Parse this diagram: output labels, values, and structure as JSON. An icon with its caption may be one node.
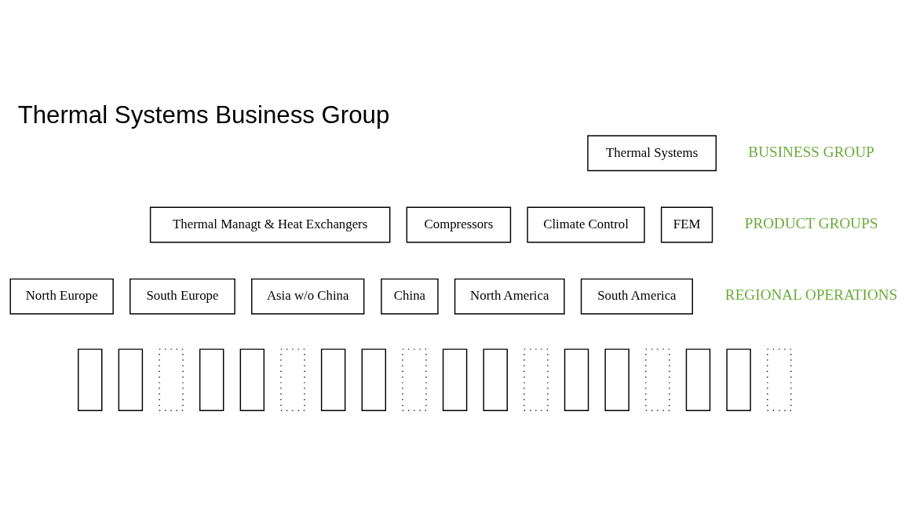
{
  "diagram": {
    "title": "Thermal Systems Business Group",
    "nodes": [
      {
        "text": [
          "Thermal Systems"
        ]
      },
      {
        "text": [
          "Thermal Managt & Heat Exchangers"
        ]
      },
      {
        "text": [
          "Compressors"
        ]
      },
      {
        "text": [
          "Climate Control"
        ]
      },
      {
        "text": [
          "FEM"
        ]
      },
      {
        "text": [
          "North Europe"
        ]
      },
      {
        "text": [
          "South Europe"
        ]
      },
      {
        "text": [
          "Asia w/o China"
        ]
      },
      {
        "text": [
          "China"
        ]
      },
      {
        "text": [
          "North America"
        ]
      },
      {
        "text": [
          "South America"
        ]
      },
      {
        "text": [],
        "shape": "box"
      },
      {
        "text": [],
        "shape": "box"
      },
      {
        "text": [],
        "shape": "box"
      },
      {
        "text": [],
        "shape": "box"
      },
      {
        "text": [],
        "shape": "box"
      },
      {
        "text": [],
        "shape": "box"
      },
      {
        "text": [],
        "shape": "box"
      },
      {
        "text": [],
        "shape": "box"
      },
      {
        "text": [],
        "shape": "box"
      },
      {
        "text": [],
        "shape": "box"
      },
      {
        "text": [],
        "shape": "box"
      },
      {
        "text": [],
        "shape": "box"
      },
      {
        "text": [],
        "shape": "box"
      },
      {
        "text": [],
        "shape": "box"
      },
      {
        "text": [],
        "shape": "box"
      },
      {
        "text": [],
        "shape": "box"
      },
      {
        "text": [],
        "shape": "box"
      },
      {
        "text": [],
        "shape": "box"
      }
    ],
    "edges": [],
    "labels": [
      "BUSINESS GROUP",
      "PRODUCT GROUPS",
      "REGIONAL OPERATIONS"
    ]
  }
}
